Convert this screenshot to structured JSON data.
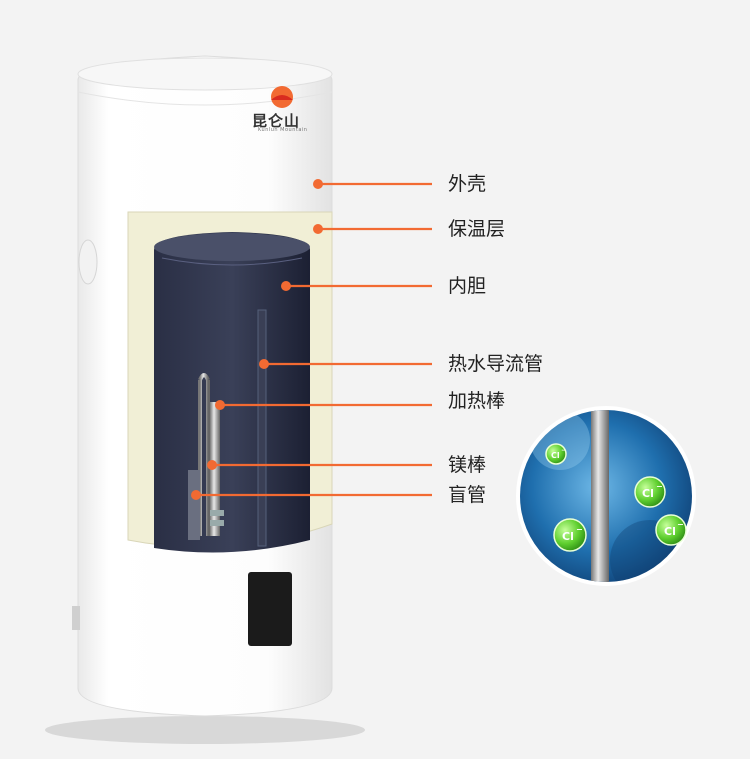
{
  "brand": {
    "name": "昆仑山",
    "subtitle": "Kunlun Mountain"
  },
  "colors": {
    "accent": "#f26a32",
    "insulation": "#f1efd6",
    "tank_inner": "#1d2236",
    "shell": "#ffffff",
    "ion_green": "#7ee04c"
  },
  "callouts": [
    {
      "id": "shell",
      "label": "外壳"
    },
    {
      "id": "insulation",
      "label": "保温层"
    },
    {
      "id": "inner-tank",
      "label": "内胆"
    },
    {
      "id": "hot-water-pipe",
      "label": "热水导流管"
    },
    {
      "id": "heating-rod",
      "label": "加热棒"
    },
    {
      "id": "magnesium-rod",
      "label": "镁棒"
    },
    {
      "id": "blind-pipe",
      "label": "盲管"
    }
  ],
  "inset": {
    "ions": [
      "Cl",
      "Cl",
      "Cl",
      "Cl"
    ],
    "ion_superscript": "−"
  }
}
